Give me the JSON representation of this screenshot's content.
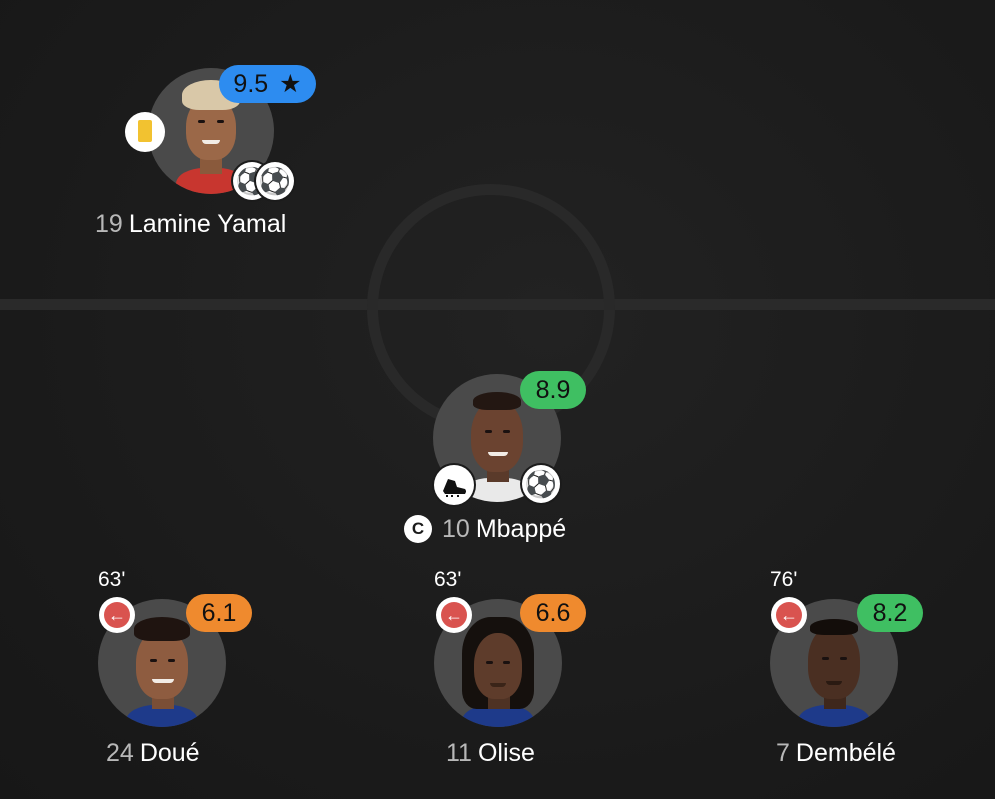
{
  "colors": {
    "background": "#1b1b1b",
    "rating_blue": "#2d8cf0",
    "rating_green": "#3fbf62",
    "rating_orange": "#ef8a2e",
    "sub_red": "#d9534f",
    "yellow_card": "#f2c230"
  },
  "players": {
    "yamal": {
      "number": "19",
      "name": "Lamine Yamal",
      "rating": "9.5",
      "rating_star": "★",
      "rating_style": "blue",
      "badges": [
        "yellow-card-icon",
        "goal-icon",
        "goal-icon"
      ]
    },
    "mbappe": {
      "number": "10",
      "name": "Mbappé",
      "rating": "8.9",
      "rating_style": "green",
      "captain": "C",
      "badges": [
        "assist-boot-icon",
        "goal-icon"
      ]
    },
    "doue": {
      "number": "24",
      "name": "Doué",
      "rating": "6.1",
      "rating_style": "orange",
      "minute": "63'",
      "badges": [
        "substitution-out-icon"
      ]
    },
    "olise": {
      "number": "11",
      "name": "Olise",
      "rating": "6.6",
      "rating_style": "orange",
      "minute": "63'",
      "badges": [
        "substitution-out-icon"
      ]
    },
    "dembele": {
      "number": "7",
      "name": "Dembélé",
      "rating": "8.2",
      "rating_style": "green",
      "minute": "76'",
      "badges": [
        "substitution-out-icon"
      ]
    }
  },
  "icons": {
    "ball": "⚽",
    "arrow_left": "←"
  }
}
